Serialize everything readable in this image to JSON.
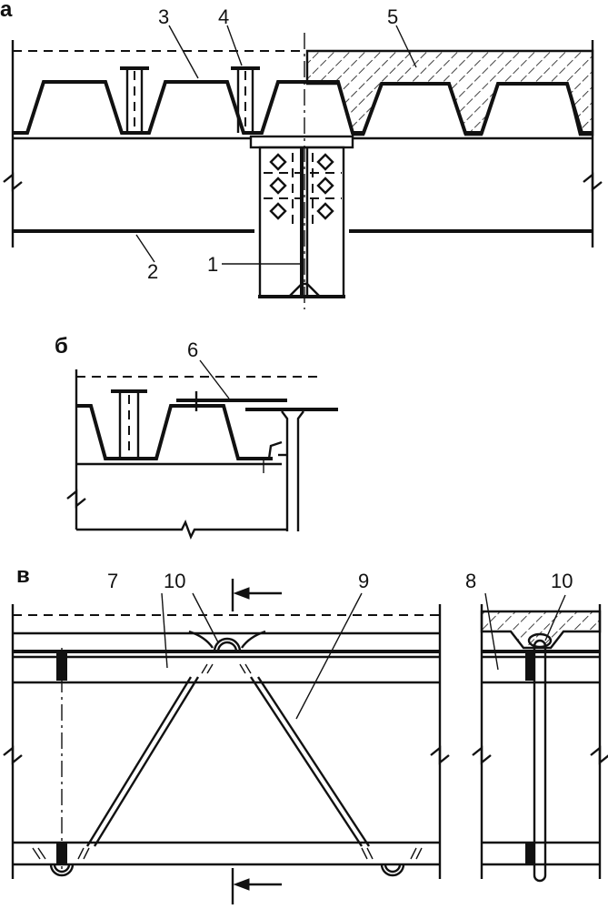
{
  "sections": {
    "a": "а",
    "b": "б",
    "v": "в"
  },
  "labels": {
    "n1": "1",
    "n2": "2",
    "n3": "3",
    "n4": "4",
    "n5": "5",
    "n6": "6",
    "n7": "7",
    "n8": "8",
    "n9": "9",
    "n10a": "10",
    "n10b": "10"
  },
  "colors": {
    "ink": "#111111",
    "background": "#ffffff"
  }
}
